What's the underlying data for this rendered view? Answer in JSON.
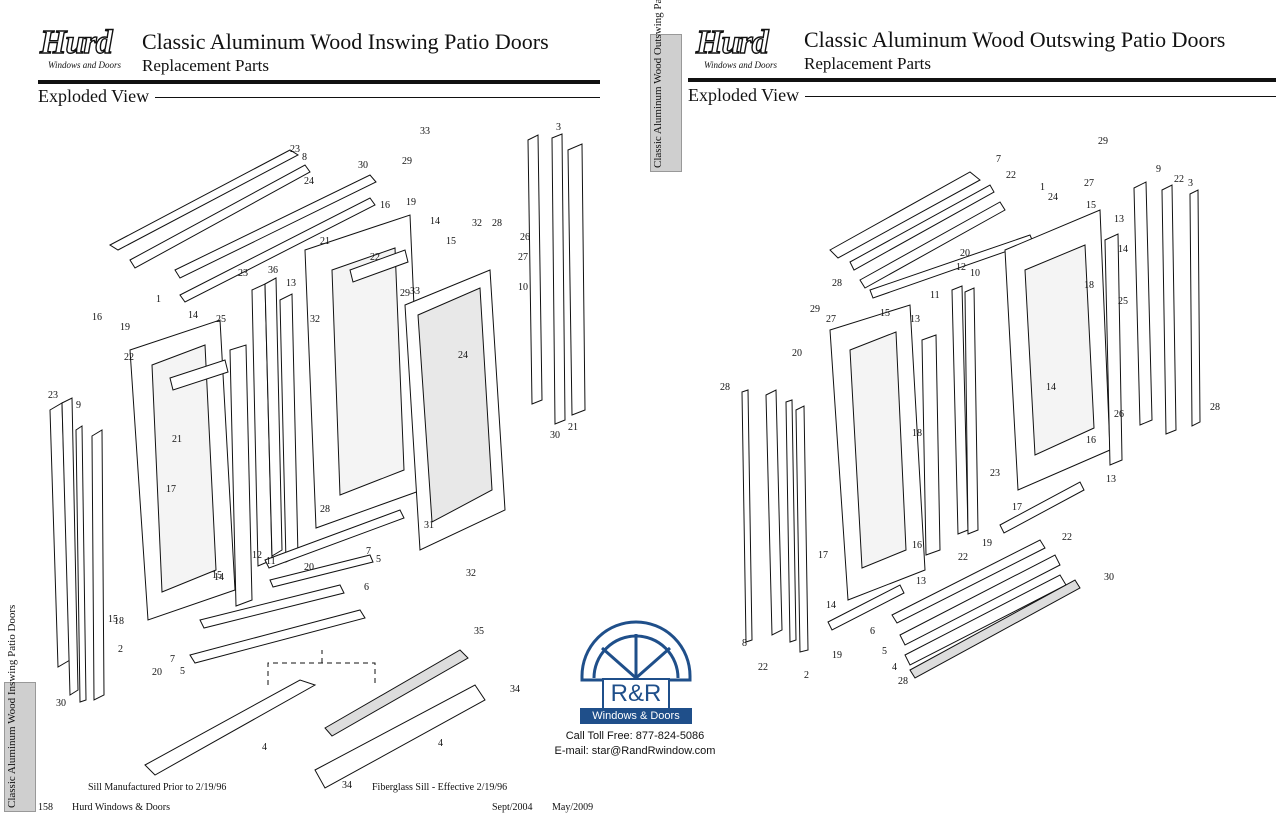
{
  "left_page": {
    "logo": "Hurd",
    "logo_sub": "Windows and Doors",
    "title": "Classic Aluminum Wood Inswing Patio Doors",
    "subtitle": "Replacement Parts",
    "section": "Exploded View",
    "side_tab": "Classic Aluminum Wood Inswing Patio Doors",
    "caption_sill_old": "Sill Manufactured Prior to 2/19/96",
    "caption_sill_new": "Fiberglass Sill - Effective 2/19/96",
    "footer_page": "158",
    "footer_company": "Hurd Windows & Doors",
    "footer_date1": "Sept/2004",
    "footer_date2": "May/2009",
    "callouts": [
      "23",
      "8",
      "30",
      "29",
      "24",
      "33",
      "1",
      "21",
      "16",
      "19",
      "23",
      "36",
      "13",
      "14",
      "15",
      "22",
      "32",
      "33",
      "29",
      "16",
      "19",
      "14",
      "25",
      "32",
      "28",
      "24",
      "27",
      "26",
      "10",
      "3",
      "30",
      "21",
      "22",
      "21",
      "17",
      "14",
      "15",
      "18",
      "15",
      "12",
      "11",
      "20",
      "7",
      "5",
      "6",
      "31",
      "32",
      "2",
      "30",
      "28",
      "20",
      "7",
      "5",
      "4",
      "35",
      "34",
      "4",
      "34",
      "23",
      "9"
    ]
  },
  "right_page": {
    "logo": "Hurd",
    "logo_sub": "Windows and Doors",
    "title": "Classic Aluminum Wood Outswing Patio Doors",
    "subtitle": "Replacement Parts",
    "section": "Exploded View",
    "side_tab": "Classic Aluminum Wood Outswing Patio Doors",
    "callouts": [
      "29",
      "7",
      "22",
      "27",
      "1",
      "9",
      "22",
      "3",
      "24",
      "15",
      "13",
      "28",
      "20",
      "12",
      "10",
      "11",
      "14",
      "18",
      "25",
      "29",
      "27",
      "15",
      "13",
      "20",
      "28",
      "18",
      "23",
      "17",
      "16",
      "13",
      "26",
      "28",
      "14",
      "16",
      "13",
      "19",
      "22",
      "22",
      "17",
      "14",
      "8",
      "22",
      "2",
      "19",
      "6",
      "5",
      "4",
      "28",
      "30"
    ]
  },
  "badge": {
    "brand": "R&R",
    "tagline": "Windows & Doors",
    "phone": "Call Toll Free: 877-824-5086",
    "email": "E-mail: star@RandRwindow.com",
    "brand_color": "#1f4f8a"
  }
}
